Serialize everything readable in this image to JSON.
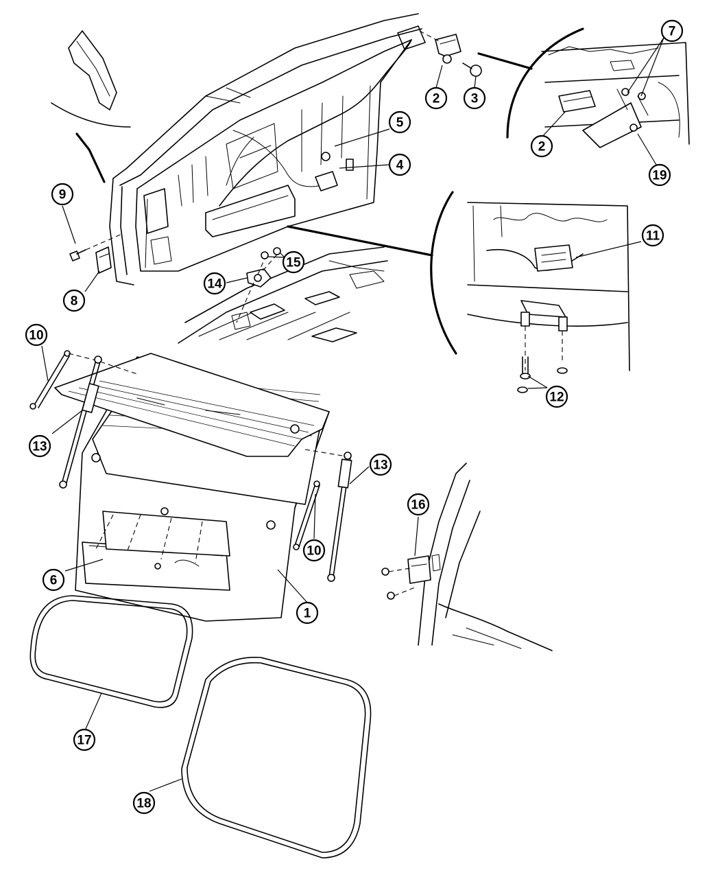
{
  "callouts": [
    {
      "id": "c1",
      "label": "1"
    },
    {
      "id": "c2a",
      "label": "2"
    },
    {
      "id": "c2b",
      "label": "2"
    },
    {
      "id": "c3",
      "label": "3"
    },
    {
      "id": "c4",
      "label": "4"
    },
    {
      "id": "c5",
      "label": "5"
    },
    {
      "id": "c6",
      "label": "6"
    },
    {
      "id": "c7",
      "label": "7"
    },
    {
      "id": "c8",
      "label": "8"
    },
    {
      "id": "c9",
      "label": "9"
    },
    {
      "id": "c10a",
      "label": "10"
    },
    {
      "id": "c10b",
      "label": "10"
    },
    {
      "id": "c11",
      "label": "11"
    },
    {
      "id": "c12",
      "label": "12"
    },
    {
      "id": "c13a",
      "label": "13"
    },
    {
      "id": "c13b",
      "label": "13"
    },
    {
      "id": "c14",
      "label": "14"
    },
    {
      "id": "c15",
      "label": "15"
    },
    {
      "id": "c16",
      "label": "16"
    },
    {
      "id": "c17",
      "label": "17"
    },
    {
      "id": "c18",
      "label": "18"
    },
    {
      "id": "c19",
      "label": "19"
    }
  ]
}
